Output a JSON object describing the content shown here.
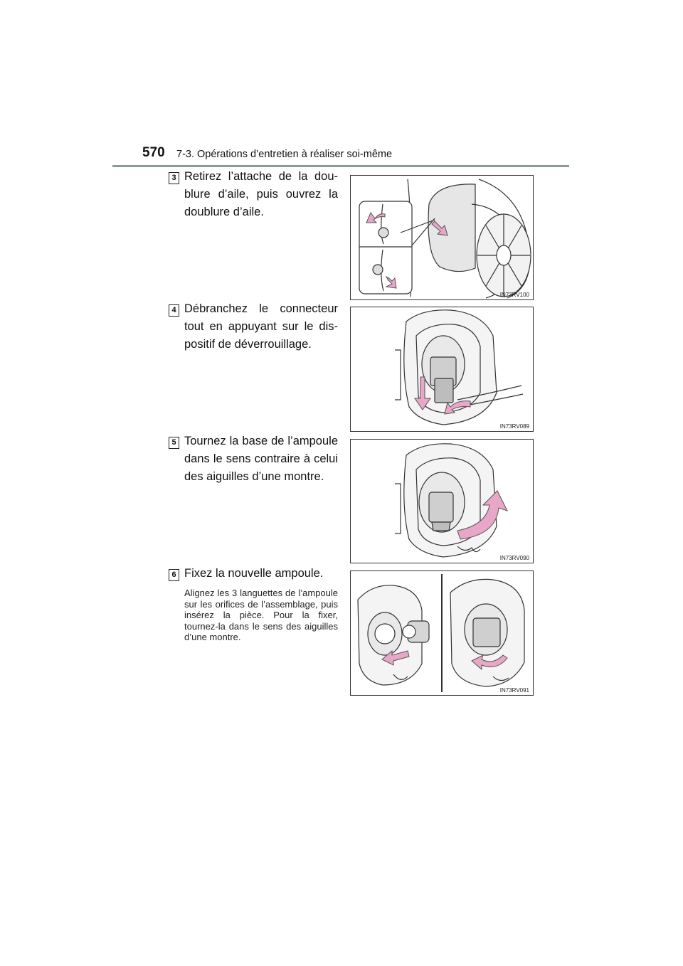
{
  "header": {
    "page_number": "570",
    "section_title": "7-3. Opérations d’entretien à réaliser soi-même"
  },
  "steps": [
    {
      "number": "3",
      "text": "Retirez l’attache de la dou-blure d’aile, puis ouvrez la doublure d’aile.",
      "figure_code": "IN73RV100"
    },
    {
      "number": "4",
      "text": "Débranchez le connecteur tout en appuyant sur le dis-positif de déverrouillage.",
      "figure_code": "IN73RV089"
    },
    {
      "number": "5",
      "text": "Tournez la base de l’ampoule dans le sens contraire à celui des aiguilles d’une montre.",
      "figure_code": "IN73RV090"
    },
    {
      "number": "6",
      "text": "Fixez la nouvelle ampoule.",
      "note": "Alignez les 3 languettes de l’ampoule sur les orifices de l’assemblage, puis insérez la pièce. Pour la fixer, tournez-la dans le sens des aiguilles d’une montre.",
      "figure_code": "IN73RV091"
    }
  ],
  "colors": {
    "arrow": "#e8a6c8",
    "arrow_stroke": "#555555",
    "header_rule": "#8a9a99"
  }
}
